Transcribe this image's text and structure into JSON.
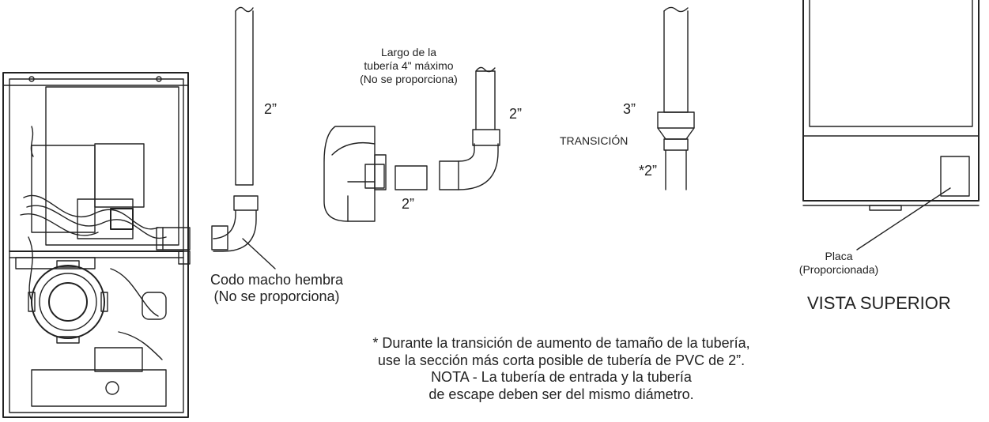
{
  "labels": {
    "pipe_2_a": "2”",
    "pipe_2_b": "2”",
    "pipe_2_c": "2”",
    "pipe_3": "3”",
    "pipe_2_star": "*2”",
    "transition": "TRANSICIÓN",
    "pipe_length_line1": "Largo de la",
    "pipe_length_line2": "tubería 4\" máximo",
    "pipe_length_line3": "(No se proporciona)",
    "elbow_line1": "Codo macho hembra",
    "elbow_line2": "(No se proporciona)",
    "plate_line1": "Placa",
    "plate_line2": "(Proporcionada)",
    "top_view": "VISTA SUPERIOR"
  },
  "note": {
    "line1": "* Durante la transición de aumento de tamaño de la tubería,",
    "line2": "use la sección más corta posible de tubería de PVC de 2”.",
    "line3": "NOTA - La tubería de entrada y la tubería",
    "line4": "de escape deben ser del mismo diámetro."
  }
}
